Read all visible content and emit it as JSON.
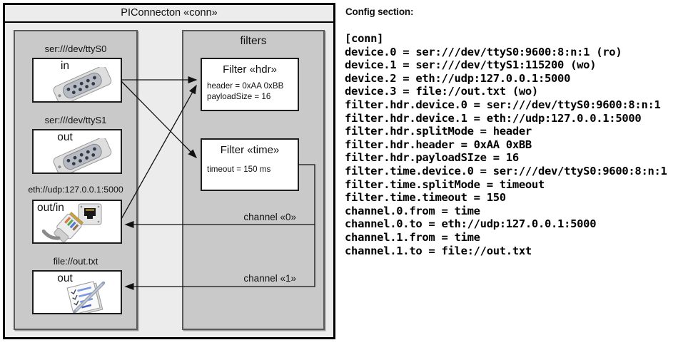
{
  "colors": {
    "outer_fill": "#ececec",
    "panel_fill": "#c9c9c9",
    "box_fill": "#ffffff",
    "border": "#000000",
    "wire": "#111111"
  },
  "diagram": {
    "title": "PIConnecton «conn»",
    "devices_panel": {
      "devices": [
        {
          "label": "ser:///dev/ttyS0",
          "role": "in",
          "icon": "serial-connector"
        },
        {
          "label": "ser:///dev/ttyS1",
          "role": "out",
          "icon": "serial-connector"
        },
        {
          "label": "eth://udp:127.0.0.1:5000",
          "role": "out/in",
          "icon": "ethernet-plug"
        },
        {
          "label": "file://out.txt",
          "role": "out",
          "icon": "notepad"
        }
      ]
    },
    "filters_panel": {
      "label": "filters",
      "filters": [
        {
          "title": "Filter «hdr»",
          "properties": [
            "header = 0xAA 0xBB",
            "payloadSize = 16"
          ]
        },
        {
          "title": "Filter «time»",
          "properties": [
            "timeout = 150 ms"
          ]
        }
      ]
    },
    "channels": [
      {
        "label": "channel «0»"
      },
      {
        "label": "channel «1»"
      }
    ]
  },
  "config": {
    "heading": "Config section:",
    "lines": [
      "[conn]",
      "device.0 = ser:///dev/ttyS0:9600:8:n:1 (ro)",
      "device.1 = ser:///dev/ttyS1:115200 (wo)",
      "device.2 = eth://udp:127.0.0.1:5000",
      "device.3 = file://out.txt (wo)",
      "filter.hdr.device.0 = ser:///dev/ttyS0:9600:8:n:1",
      "filter.hdr.device.1 = eth://udp:127.0.0.1:5000",
      "filter.hdr.splitMode = header",
      "filter.hdr.header = 0xAA 0xBB",
      "filter.hdr.payloadSIze = 16",
      "filter.time.device.0 = ser:///dev/ttyS0:9600:8:n:1",
      "filter.time.splitMode = timeout",
      "filter.time.timeout = 150",
      "channel.0.from = time",
      "channel.0.to = eth://udp:127.0.0.1:5000",
      "channel.1.from = time",
      "channel.1.to = file://out.txt"
    ]
  }
}
